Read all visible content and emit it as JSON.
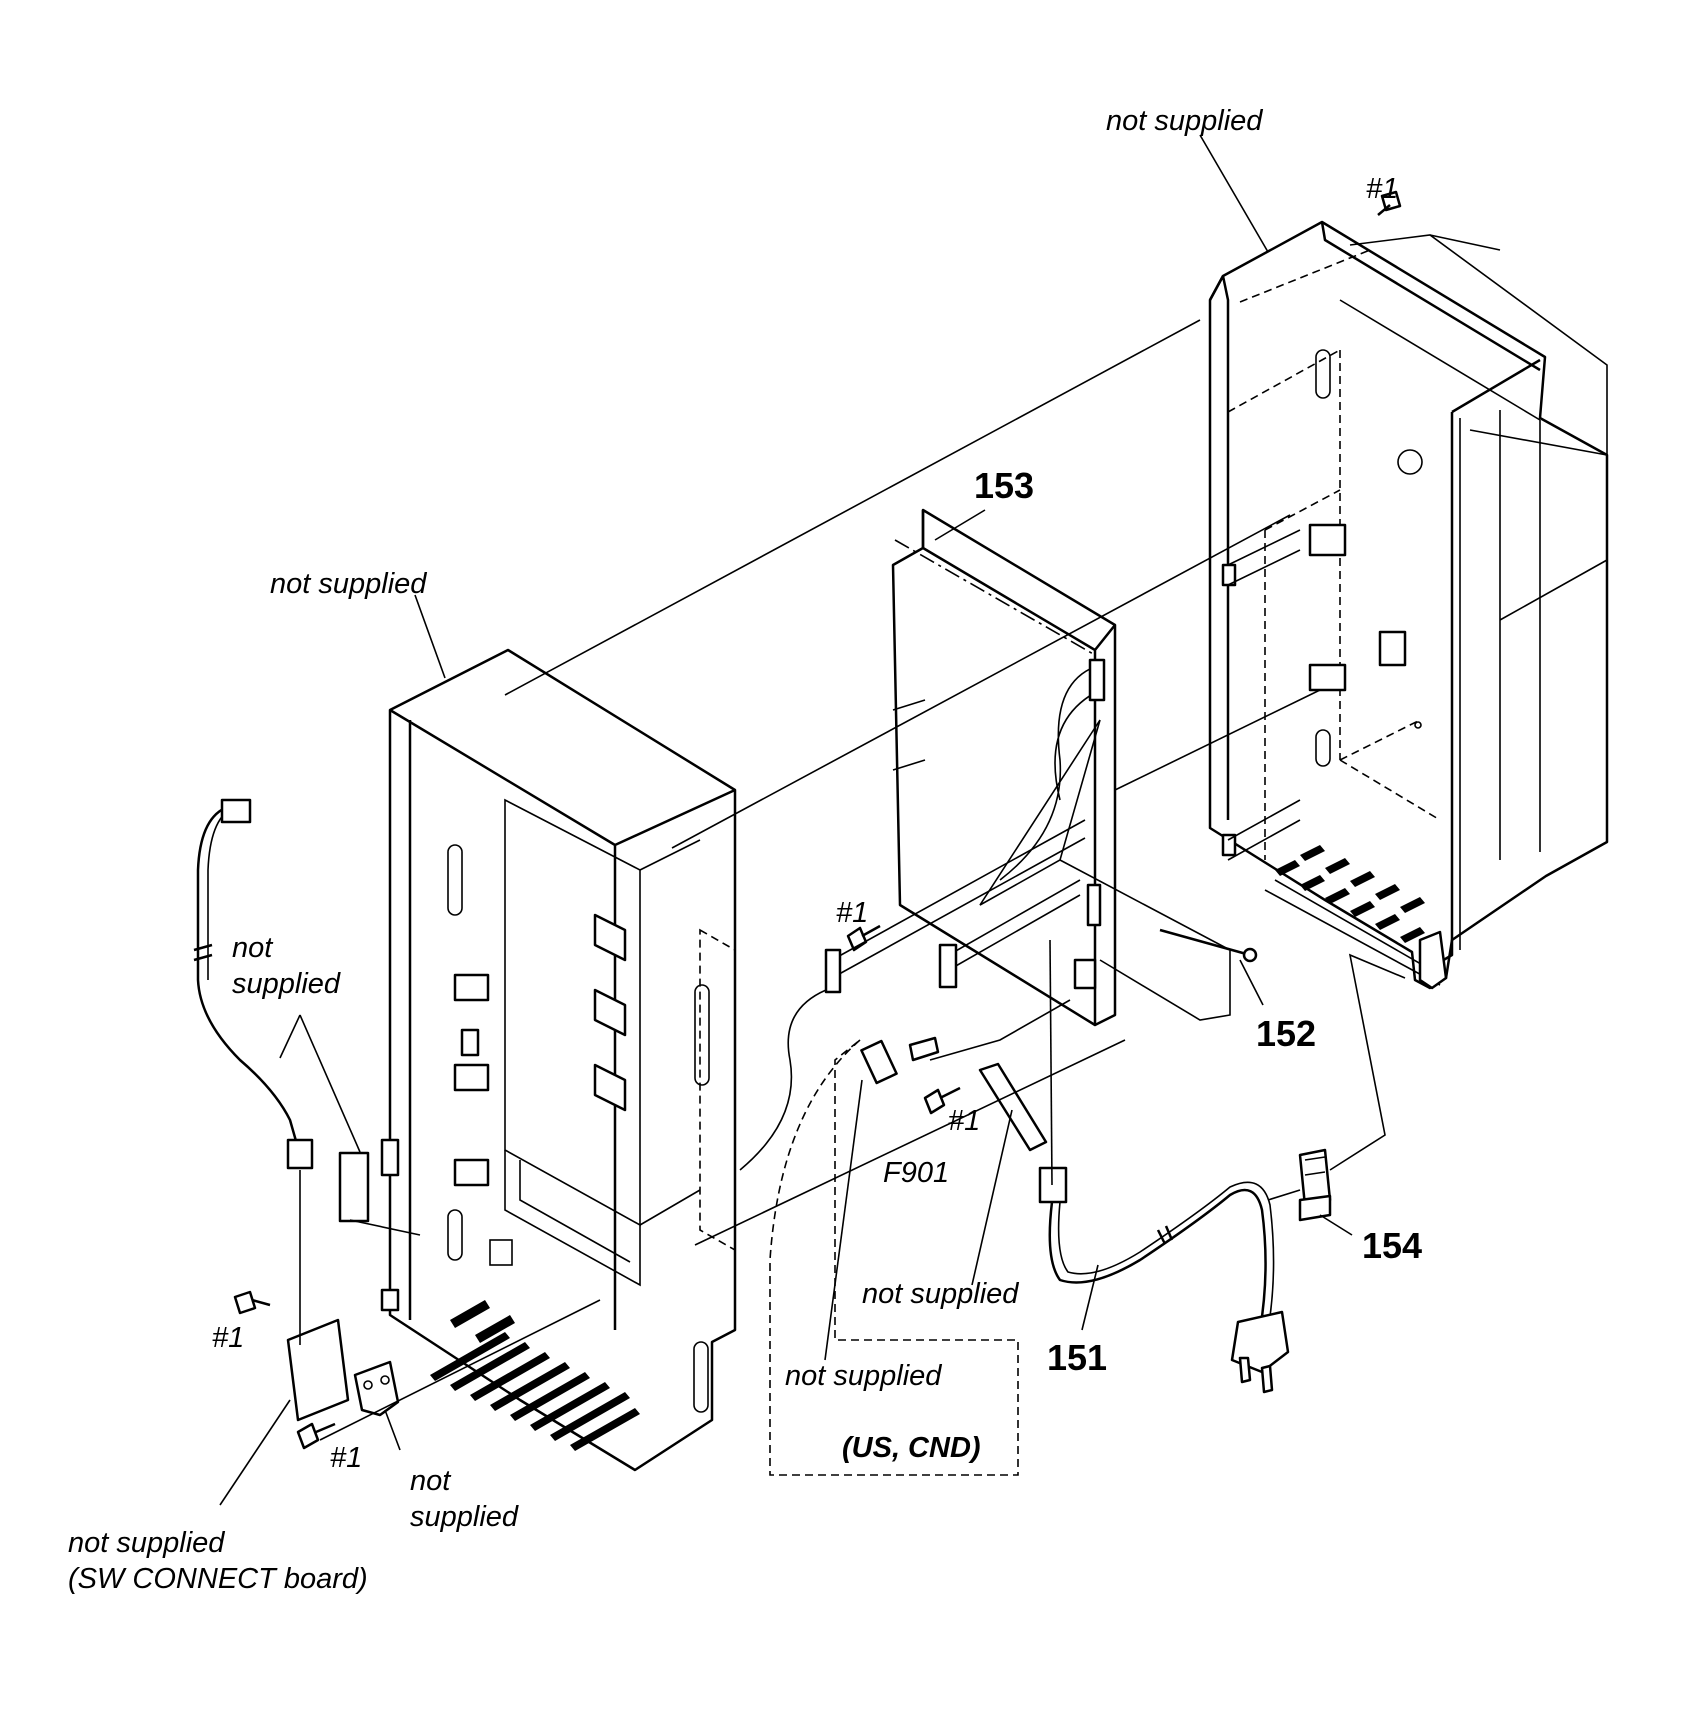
{
  "labels": {
    "not_supplied_top_right": "not supplied",
    "screw_top_right": "#1",
    "not_supplied_left_chassis": "not supplied",
    "part_153": "153",
    "not_supplied_left_cable_line1": "not",
    "not_supplied_left_cable_line2": "supplied",
    "screw_mid": "#1",
    "part_152": "152",
    "screw_fuse": "#1",
    "fuse_f901": "F901",
    "part_154": "154",
    "not_supplied_fuse_holder": "not supplied",
    "part_151": "151",
    "screw_board": "#1",
    "not_supplied_us_cnd": "not supplied",
    "region_us_cnd": "(US, CND)",
    "screw_board_lower": "#1",
    "not_supplied_bracket_line1": "not",
    "not_supplied_bracket_line2": "supplied",
    "sw_connect_line1": "not supplied",
    "sw_connect_line2": "(SW CONNECT board)"
  }
}
